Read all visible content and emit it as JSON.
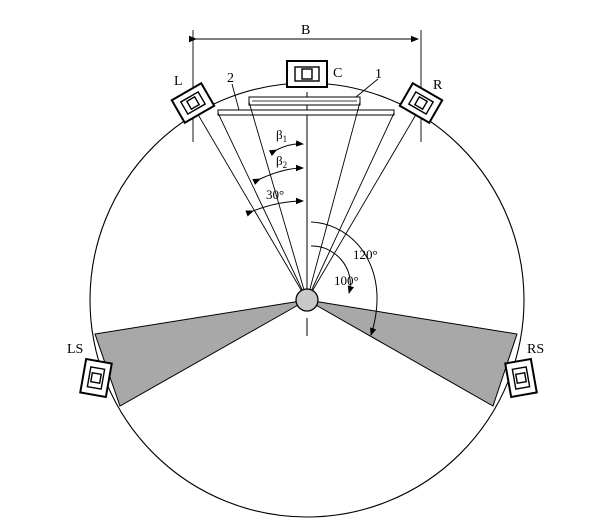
{
  "dimension": {
    "label": "B"
  },
  "speakers": {
    "left": {
      "label": "L"
    },
    "center": {
      "label": "C"
    },
    "right": {
      "label": "R"
    },
    "left_surround": {
      "label": "LS"
    },
    "right_surround": {
      "label": "RS"
    }
  },
  "screens": {
    "screen_1": {
      "label": "1"
    },
    "screen_2": {
      "label": "2"
    }
  },
  "angles": {
    "beta1": {
      "symbol": "β",
      "sub": "1"
    },
    "beta2": {
      "symbol": "β",
      "sub": "2"
    },
    "thirty": {
      "label": "30°"
    },
    "hundred": {
      "label": "100°"
    },
    "one_twenty": {
      "label": "120°"
    }
  },
  "colors": {
    "line": "#000000",
    "shade": "#a8a8a8",
    "background": "#ffffff"
  }
}
